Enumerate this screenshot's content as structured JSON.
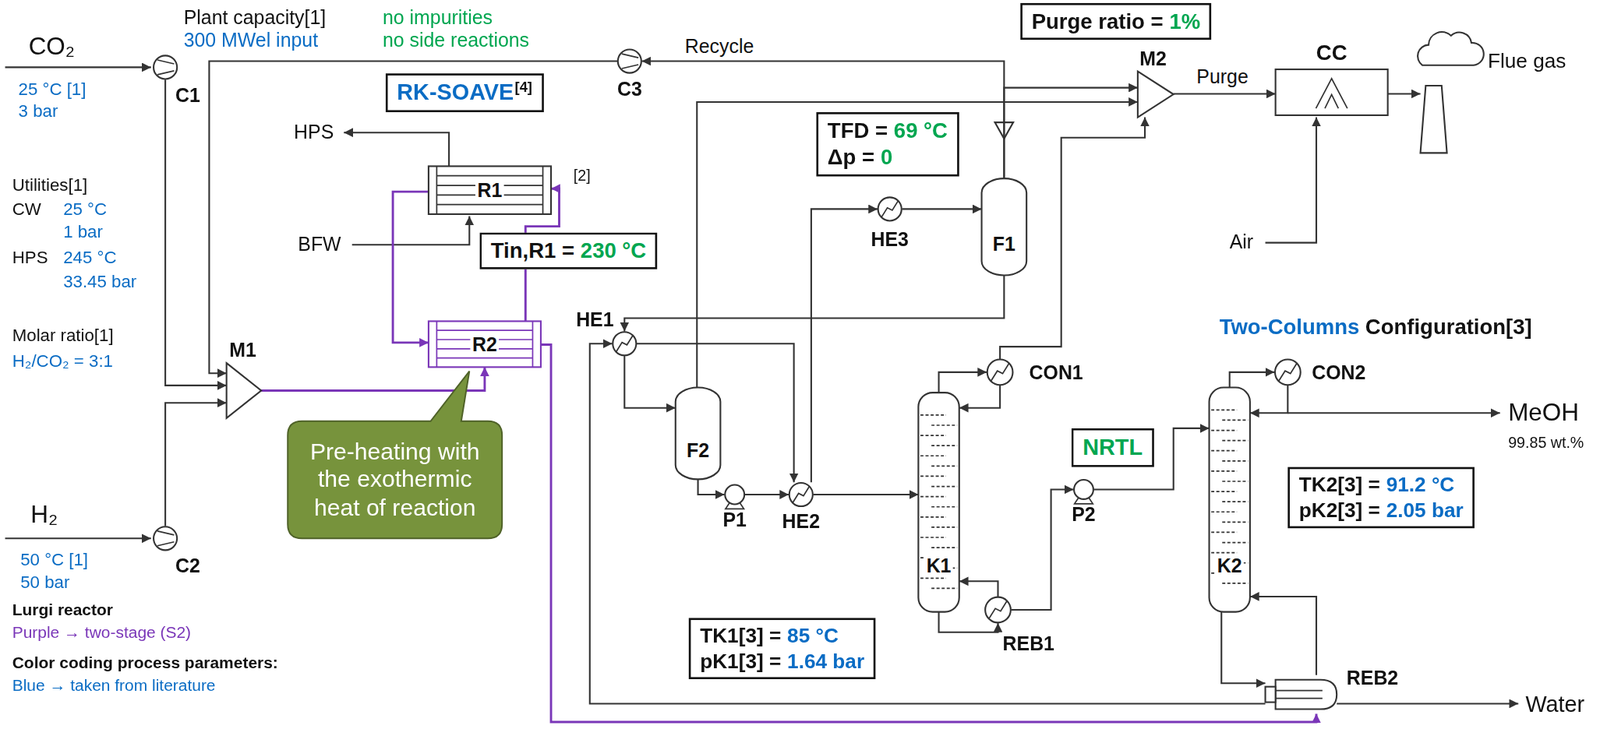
{
  "diagram": {
    "nodes": [
      {
        "text": [
          "C1"
        ]
      },
      {
        "text": [
          "C2"
        ]
      },
      {
        "text": [
          "C3"
        ]
      },
      {
        "text": [
          "M1"
        ]
      },
      {
        "text": [
          "R1"
        ]
      },
      {
        "text": [
          "R2"
        ]
      },
      {
        "text": [
          "HE1"
        ]
      },
      {
        "text": [
          "F2"
        ]
      },
      {
        "text": [
          "P1"
        ]
      },
      {
        "text": [
          "HE2"
        ]
      },
      {
        "text": [
          "HE3"
        ]
      },
      {
        "text": [
          "F1"
        ]
      },
      {
        "text": [
          "K1"
        ]
      },
      {
        "text": [
          "CON1"
        ]
      },
      {
        "text": [
          "REB1"
        ]
      },
      {
        "text": [
          "P2"
        ]
      },
      {
        "text": [
          "K2"
        ]
      },
      {
        "text": [
          "CON2"
        ]
      },
      {
        "text": [
          "REB2"
        ]
      },
      {
        "text": [
          "M2"
        ]
      },
      {
        "text": [
          "CC"
        ]
      },
      {
        "text": [
          "Flue gas"
        ]
      },
      {
        "text": [
          "RK-SOAVE",
          "[4]"
        ]
      },
      {
        "text": [
          "Purge ratio =",
          "1%"
        ]
      },
      {
        "text": [
          "TFD =",
          "69 °C",
          "Δp =",
          "0"
        ]
      },
      {
        "text": [
          "Tin,R1 =",
          "230 °C"
        ]
      },
      {
        "text": [
          "TK1[3] =",
          "85 °C",
          "pK1[3] =",
          "1.64 bar"
        ]
      },
      {
        "text": [
          "TK2[3] =",
          "91.2 °C",
          "pK2[3] =",
          "2.05 bar"
        ]
      },
      {
        "text": [
          "NRTL"
        ]
      },
      {
        "text": [
          "Pre-heating with the exothermic heat of reaction"
        ]
      }
    ],
    "edges": [
      {
        "from": 0,
        "to": 3,
        "arrow": "to"
      },
      {
        "from": 1,
        "to": 3,
        "arrow": "to"
      },
      {
        "from": 2,
        "to": 3,
        "arrow": "to"
      },
      {
        "from": 3,
        "to": 5,
        "arrow": "to"
      },
      {
        "from": 4,
        "to": 5,
        "arrow": "to"
      },
      {
        "from": 5,
        "to": 4,
        "arrow": "to"
      },
      {
        "from": 5,
        "to": 18,
        "arrow": "to"
      },
      {
        "from": 18,
        "to": 6,
        "arrow": "to"
      },
      {
        "from": 11,
        "to": 6,
        "arrow": "to"
      },
      {
        "from": 6,
        "to": 7,
        "arrow": "to"
      },
      {
        "from": 6,
        "to": 9,
        "arrow": "to"
      },
      {
        "from": 9,
        "to": 10,
        "arrow": "to"
      },
      {
        "from": 10,
        "to": 11,
        "arrow": "to"
      },
      {
        "from": 7,
        "to": 8,
        "arrow": "to"
      },
      {
        "from": 8,
        "to": 9,
        "arrow": "to"
      },
      {
        "from": 9,
        "to": 12,
        "arrow": "to"
      },
      {
        "from": 11,
        "to": 2,
        "label": "Recycle",
        "arrow": "to"
      },
      {
        "from": 11,
        "to": 19,
        "arrow": "to"
      },
      {
        "from": 7,
        "to": 19,
        "arrow": "to"
      },
      {
        "from": 12,
        "to": 13,
        "arrow": "to"
      },
      {
        "from": 13,
        "to": 12,
        "arrow": "to"
      },
      {
        "from": 13,
        "to": 19,
        "arrow": "to"
      },
      {
        "from": 12,
        "to": 14,
        "arrow": "to"
      },
      {
        "from": 14,
        "to": 12,
        "arrow": "to"
      },
      {
        "from": 14,
        "to": 15,
        "arrow": "to"
      },
      {
        "from": 15,
        "to": 16,
        "arrow": "to"
      },
      {
        "from": 16,
        "to": 17,
        "arrow": "to"
      },
      {
        "from": 17,
        "to": 16,
        "arrow": "to"
      },
      {
        "from": 16,
        "to": 18,
        "arrow": "to"
      },
      {
        "from": 18,
        "to": 16,
        "arrow": "to"
      },
      {
        "from": 19,
        "to": 20,
        "label": "Purge",
        "arrow": "to"
      },
      {
        "from": 20,
        "to": 21,
        "arrow": "to"
      }
    ],
    "labels": [
      "Plant capacity[1]",
      "300 MWel input",
      "no impurities",
      "no side reactions",
      "CO₂",
      "25 °C [1]",
      "3 bar",
      "Utilities[1]",
      "CW",
      "25 °C",
      "1 bar",
      "HPS",
      "245 °C",
      "33.45 bar",
      "Molar ratio[1]",
      "H₂/CO₂ = 3:1",
      "H₂",
      "50 °C [1]",
      "50 bar",
      "HPS",
      "BFW",
      "[2]",
      "Air",
      "MeOH",
      "99.85 wt.%",
      "Water",
      "Two-Columns",
      "Configuration[3]",
      "Lurgi reactor",
      "Purple → two-stage (S2)",
      "Color coding process parameters:",
      "Blue → taken from literature"
    ]
  }
}
